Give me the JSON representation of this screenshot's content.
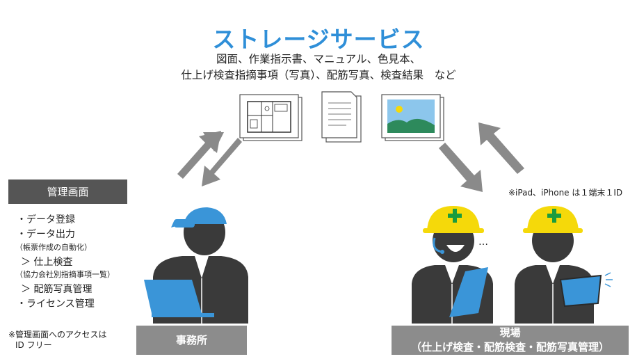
{
  "storage": {
    "title": "ストレージサービス",
    "subtitle_line1": "図面、作業指示書、マニュアル、色見本、",
    "subtitle_line2": "仕上げ検査指摘事項（写真）、配筋写真、検査結果　など"
  },
  "admin": {
    "header": "管理画面",
    "items": [
      "・データ登録",
      "・データ出力",
      "（帳票作成の自動化）",
      "＞ 仕上検査",
      "（協力会社別指摘事項一覧）",
      "＞ 配筋写真管理",
      "・ライセンス管理"
    ],
    "note_line1": "※管理画面へのアクセスは",
    "note_line2": "ID フリー"
  },
  "office": {
    "label": "事務所"
  },
  "site": {
    "label_line1": "現場",
    "label_line2": "（仕上げ検査・配筋検査・配筋写真管理）",
    "note": "※iPad、iPhone は１端末１ID",
    "speech": "…"
  },
  "colors": {
    "title_blue": "#2f8fd8",
    "device_blue": "#3a95d8",
    "helmet_yellow": "#f5d90a",
    "cross_green": "#1a9c3e",
    "arrow_gray": "#8a8a8a",
    "figure_dark": "#3a3a3a",
    "bar_gray": "#8c8c8c",
    "header_gray": "#555555"
  }
}
